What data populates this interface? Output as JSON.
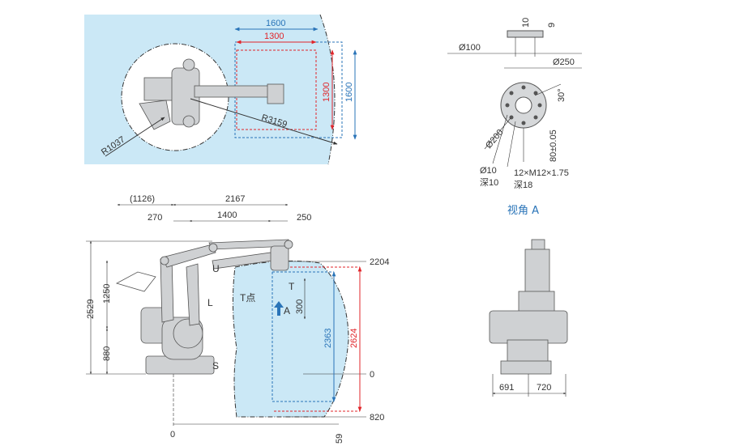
{
  "top_view": {
    "dim_blue_width": "1600",
    "dim_red_width": "1300",
    "dim_red_height": "1300",
    "dim_blue_height": "1600",
    "radius_outer": "R3159",
    "radius_inner": "R1037"
  },
  "side_view": {
    "d_1126": "(1126)",
    "d_2167": "2167",
    "d_270": "270",
    "d_1400": "1400",
    "d_250": "250",
    "d_2529": "2529",
    "d_1250": "1250",
    "d_880": "880",
    "d_2204": "2204",
    "d_0": "0",
    "d_820": "820",
    "d_2363": "2363",
    "d_2624": "2624",
    "d_300": "300",
    "d_bottom0": "0",
    "d_bottom59": "59",
    "axis_u": "U",
    "axis_l": "L",
    "axis_s": "S",
    "axis_t": "T",
    "t_point": "T点",
    "view_a": "A"
  },
  "flange_view": {
    "d_100": "Ø100",
    "d_250": "Ø250",
    "d_10": "10",
    "d_9": "9",
    "d_30": "30°",
    "d_200": "Ø200",
    "d_80": "80±0.05",
    "hole_1": "Ø10",
    "hole_1_depth": "深10",
    "thread": "12×M12×1.75",
    "thread_depth": "深18",
    "caption": "视角 A"
  },
  "front_view": {
    "d_691": "691",
    "d_720": "720"
  },
  "colors": {
    "blue": "#2a74b8",
    "red": "#e0252a",
    "zone": "#cbe8f6",
    "robot": "#cfd1d3"
  }
}
